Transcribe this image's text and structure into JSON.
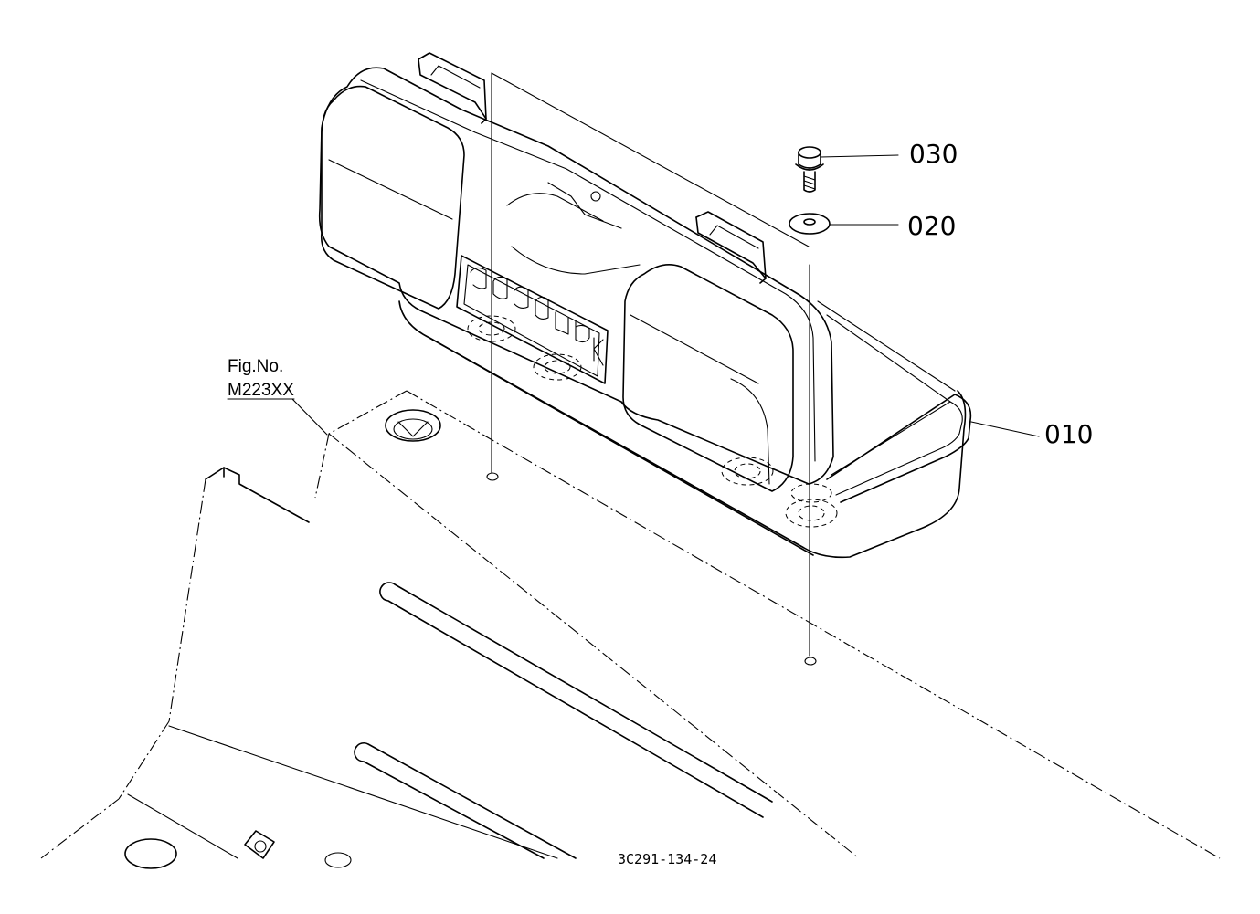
{
  "callouts": {
    "part_030": "030",
    "part_020": "020",
    "part_010": "010"
  },
  "figure_ref": {
    "label": "Fig.No.",
    "number": "M223XX"
  },
  "drawing_number": "3C291-134-24"
}
